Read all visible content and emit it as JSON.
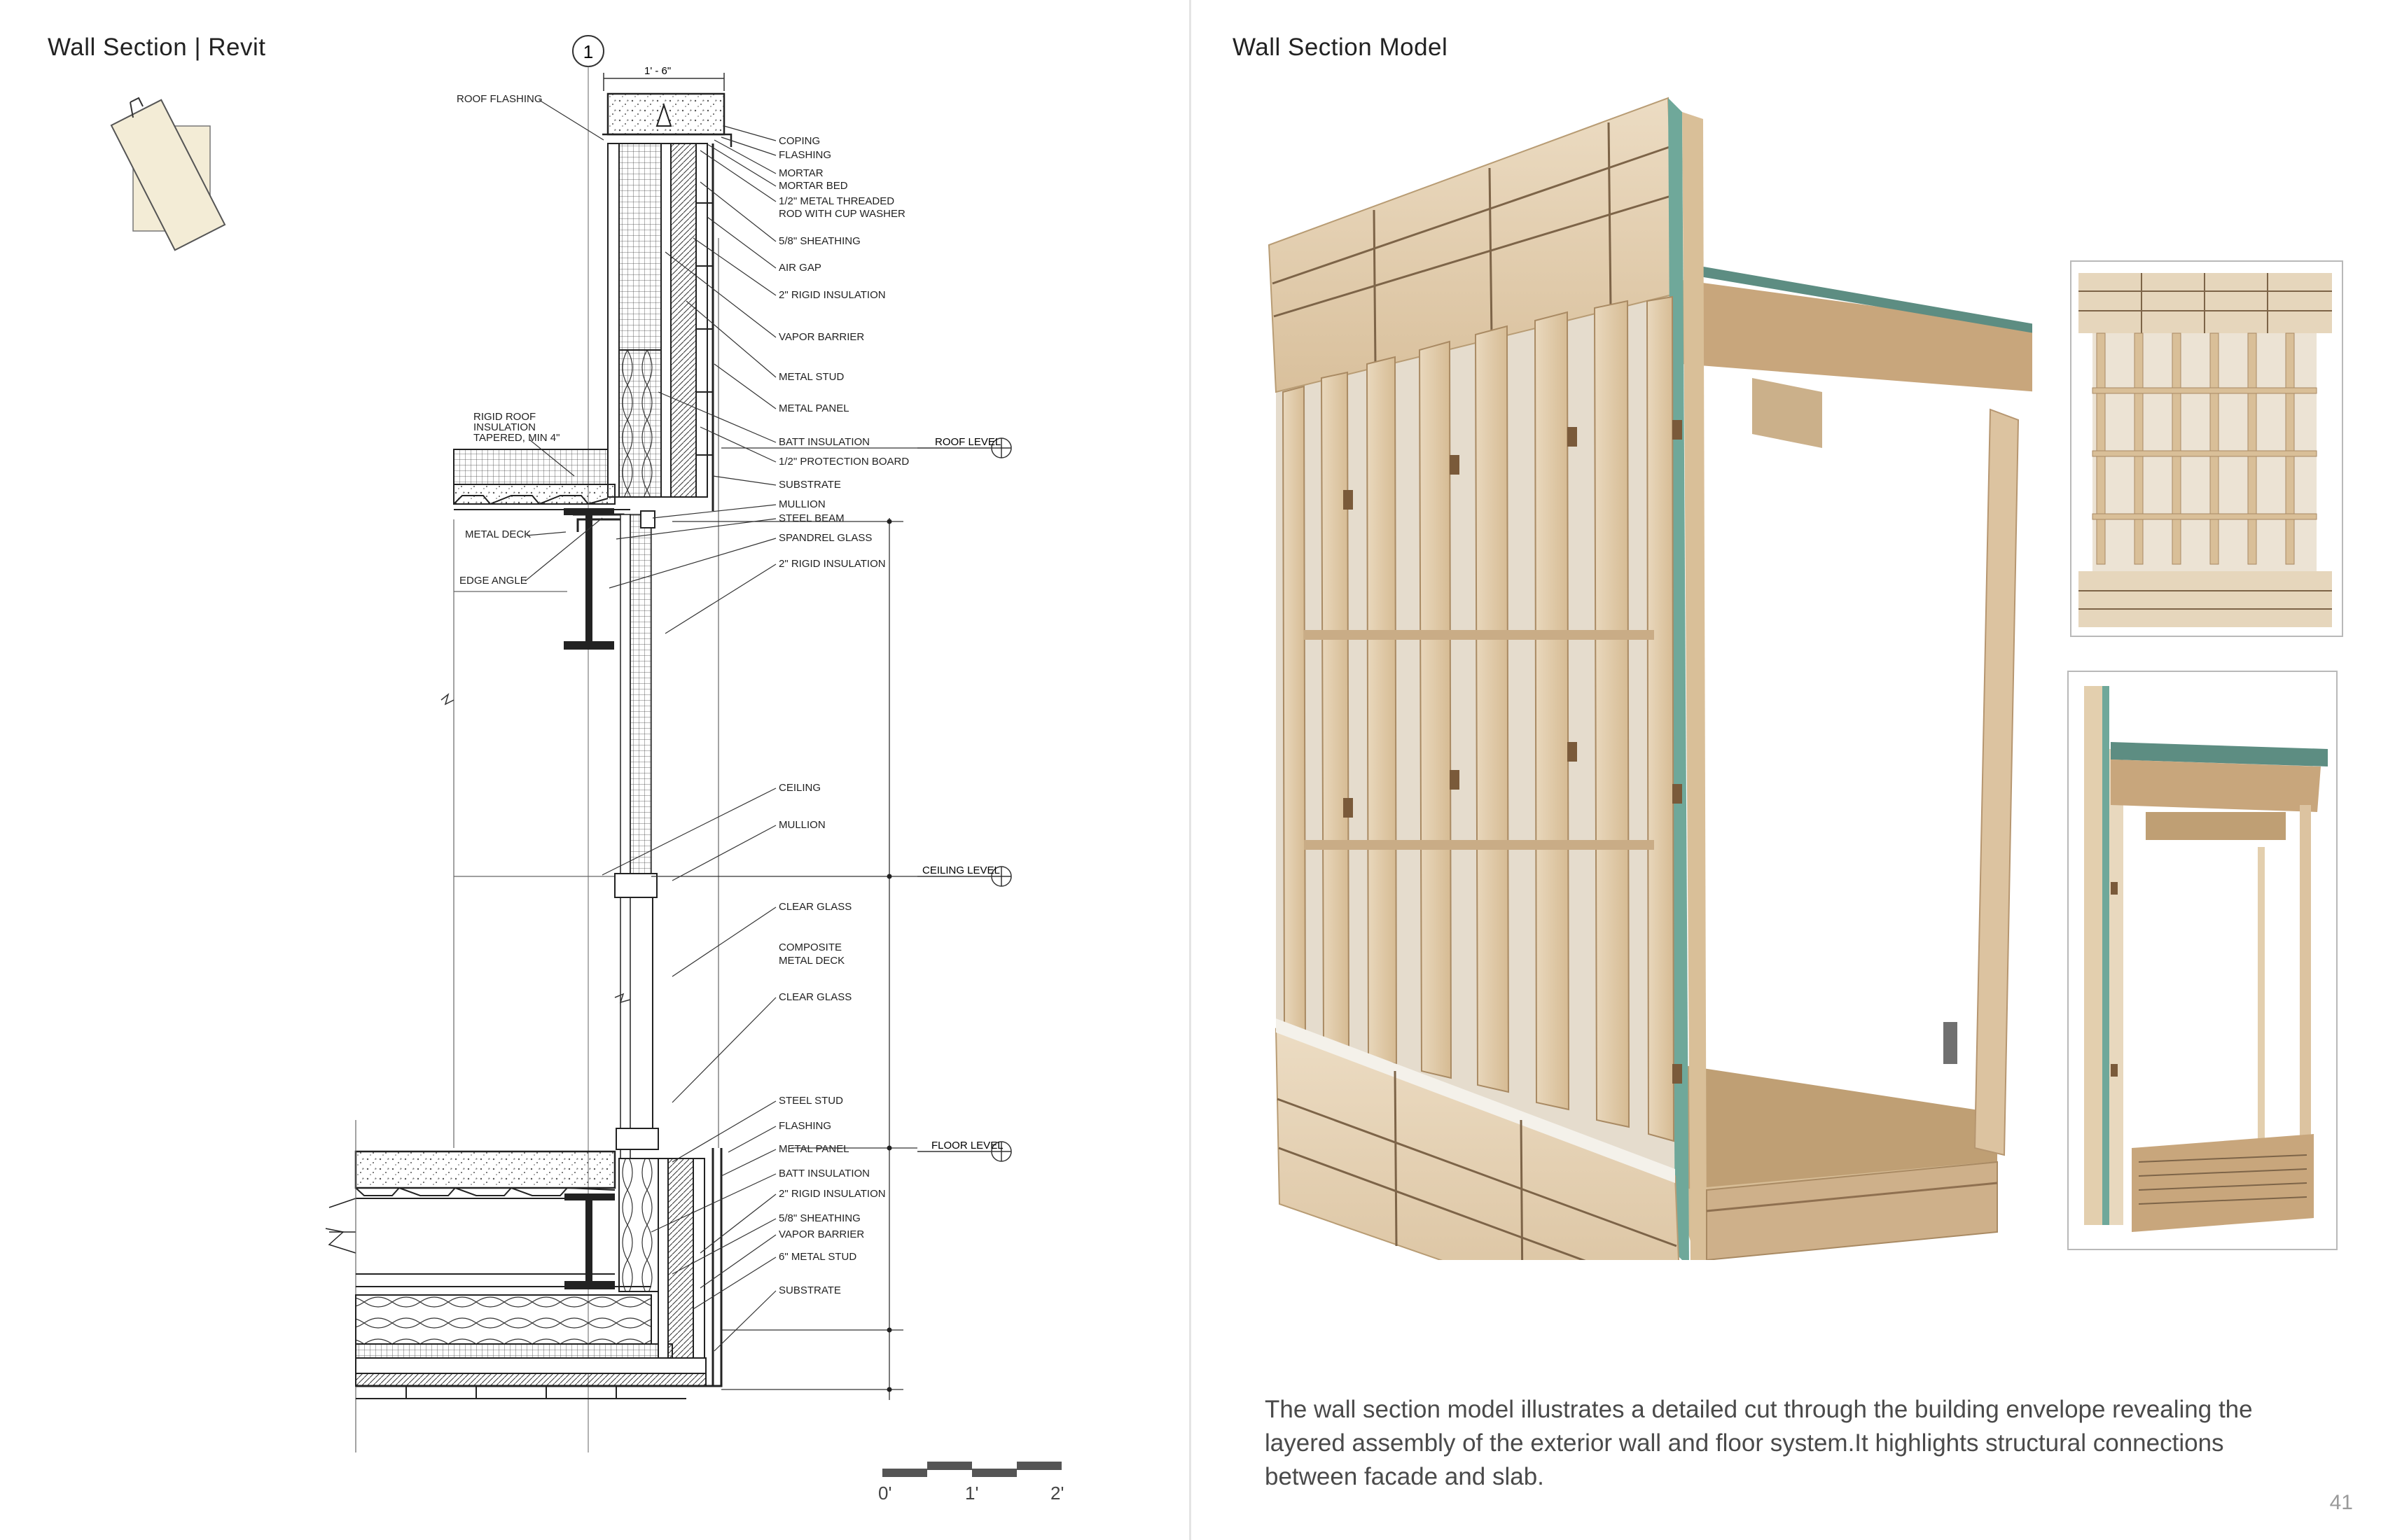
{
  "left_page": {
    "title": "Wall Section | Revit",
    "grid_bubble": "1",
    "dimension": "1' - 6\"",
    "labels_left": {
      "roof_flashing": "ROOF FLASHING",
      "rigid_roof_1": "RIGID ROOF",
      "rigid_roof_2": "INSULATION",
      "rigid_roof_3": "TAPERED, MIN 4\"",
      "metal_deck": "METAL DECK",
      "edge_angle": "EDGE ANGLE"
    },
    "labels_top": [
      "COPING",
      "FLASHING",
      "MORTAR",
      "MORTAR BED",
      "1/2\" METAL THREADED",
      "ROD WITH CUP WASHER",
      "5/8\" SHEATHING",
      "AIR GAP",
      "2\" RIGID INSULATION",
      "VAPOR BARRIER",
      "METAL STUD",
      "METAL PANEL",
      "BATT INSULATION",
      "1/2\" PROTECTION BOARD",
      "SUBSTRATE",
      "MULLION",
      "STEEL BEAM",
      "SPANDREL GLASS",
      "2\" RIGID INSULATION"
    ],
    "labels_middle": [
      "CEILING",
      "MULLION",
      "CLEAR GLASS",
      "COMPOSITE",
      "METAL DECK",
      "CLEAR GLASS"
    ],
    "labels_bottom": [
      "STEEL STUD",
      "FLASHING",
      "METAL PANEL",
      "BATT INSULATION",
      "2\" RIGID INSULATION",
      "5/8\" SHEATHING",
      "VAPOR BARRIER",
      "6\" METAL STUD",
      "SUBSTRATE"
    ],
    "levels": {
      "roof": "ROOF LEVEL",
      "ceiling": "CEILING LEVEL",
      "floor": "FLOOR LEVEL"
    },
    "scale_bar": {
      "zero": "0'",
      "one": "1'",
      "two": "2'"
    }
  },
  "right_page": {
    "title": "Wall Section Model",
    "caption": "The wall section model illustrates a detailed cut through the building envelope revealing the layered assembly of the exterior wall and floor system.It highlights structural connections between facade and slab.",
    "page_number": "41"
  },
  "colors": {
    "wood_light": "#e6d4b8",
    "wood_mid": "#d2b48c",
    "wood_dark": "#b08a60",
    "insulation_green": "#6fa89a",
    "key_plan_fill": "#f3ecd6"
  }
}
